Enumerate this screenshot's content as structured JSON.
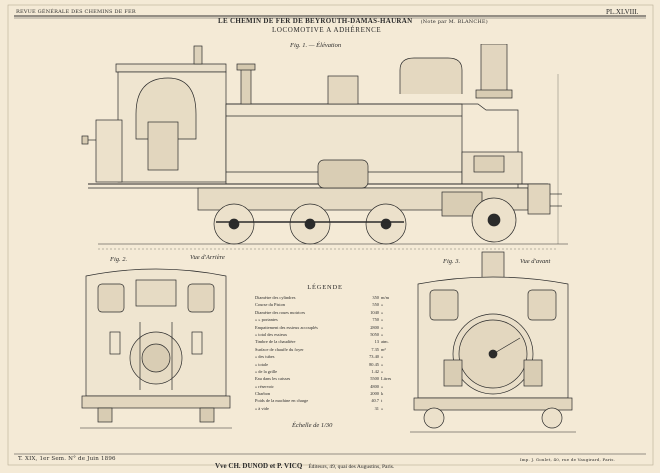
{
  "header": {
    "left": "REVUE GÉNÉRALE DES CHEMINS DE FER",
    "title": "LE CHEMIN DE FER DE BEYROUTH-DAMAS-HAURAN",
    "note": "(Note par M. BLANCHE)",
    "plate": "PL.XLVIII."
  },
  "subtitle": "LOCOMOTIVE A ADHÉRENCE",
  "figures": {
    "fig1": "Fig. 1. — Élévation",
    "fig2_num": "Fig. 2.",
    "fig2_title": "Vue d'Arrière",
    "fig3_num": "Fig. 3.",
    "fig3_title": "Vue d'avant"
  },
  "legend": {
    "title": "LÉGENDE",
    "rows": [
      {
        "label": "Diamètre des cylindres",
        "value": "350",
        "unit": "m/m"
      },
      {
        "label": "Course du Piston",
        "value": "550",
        "unit": "»"
      },
      {
        "label": "Diamètre des roues motrices",
        "value": "1040",
        "unit": "»"
      },
      {
        "label": "» » portantes",
        "value": "750",
        "unit": "»"
      },
      {
        "label": "Empattement des essieux accouplés",
        "value": "2800",
        "unit": "»"
      },
      {
        "label": "» total des essieux",
        "value": "5050",
        "unit": "»"
      },
      {
        "label": "Timbre de la chaudière",
        "value": "13",
        "unit": "atm."
      },
      {
        "label": "Surface de chauffe du foyer",
        "value": "7.35",
        "unit": "m²"
      },
      {
        "label": "» des tubes",
        "value": "73.40",
        "unit": "»"
      },
      {
        "label": "» totale",
        "value": "80.45",
        "unit": "»"
      },
      {
        "label": "» de la grille",
        "value": "1.42",
        "unit": "»"
      },
      {
        "label": "Eau dans les caisses",
        "value": "5500",
        "unit": "Litres"
      },
      {
        "label": "» réservoir",
        "value": "4800",
        "unit": "»"
      },
      {
        "label": "Charbon",
        "value": "2000",
        "unit": "k"
      },
      {
        "label": "Poids de la machine en charge",
        "value": "40.7",
        "unit": "t"
      },
      {
        "label": "» à vide",
        "value": "31",
        "unit": "»"
      }
    ],
    "scale": "Échelle de 1/30"
  },
  "footer": {
    "left": "T. XIX, 1er Sem. N° de Juin 1896",
    "center_pub": "Vve CH. DUNOD et P. VICQ",
    "center_rest": "Éditeurs, 49, quai des Augustins, Paris.",
    "right": "Imp. J. Goulet, 40, rue de Vaugirard, Paris."
  }
}
